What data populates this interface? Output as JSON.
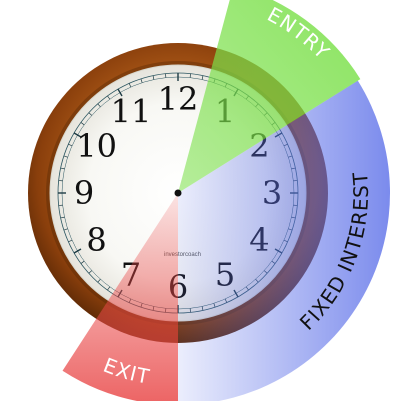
{
  "diagram": {
    "clock_numerals": [
      "12",
      "1",
      "2",
      "3",
      "4",
      "5",
      "6",
      "7",
      "8",
      "9",
      "10",
      "11"
    ],
    "brand_text": "investorcoach",
    "segments": [
      {
        "label": "ENTRY",
        "color": "#7be04a"
      },
      {
        "label": "FIXED INTEREST",
        "color": "#5a6ee8"
      },
      {
        "label": "EXIT",
        "color": "#e94848"
      }
    ]
  }
}
